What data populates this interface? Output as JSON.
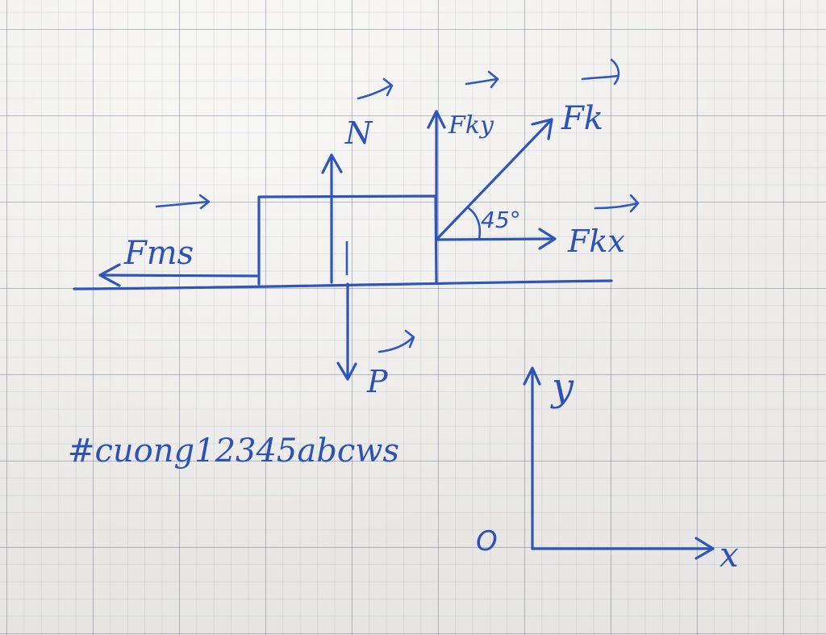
{
  "labels": {
    "friction_force": "Fms",
    "normal_force": "N",
    "weight": "P",
    "pull_force": "Fk",
    "pull_force_x": "Fkx",
    "pull_force_y": "Fky",
    "angle": "45°",
    "origin": "O",
    "axis_x": "x",
    "axis_y": "y"
  },
  "watermark": "#cuong12345abcws",
  "colors": {
    "ink": "#2f55b8",
    "paper": "#edecea",
    "grid": "#6e768c"
  }
}
